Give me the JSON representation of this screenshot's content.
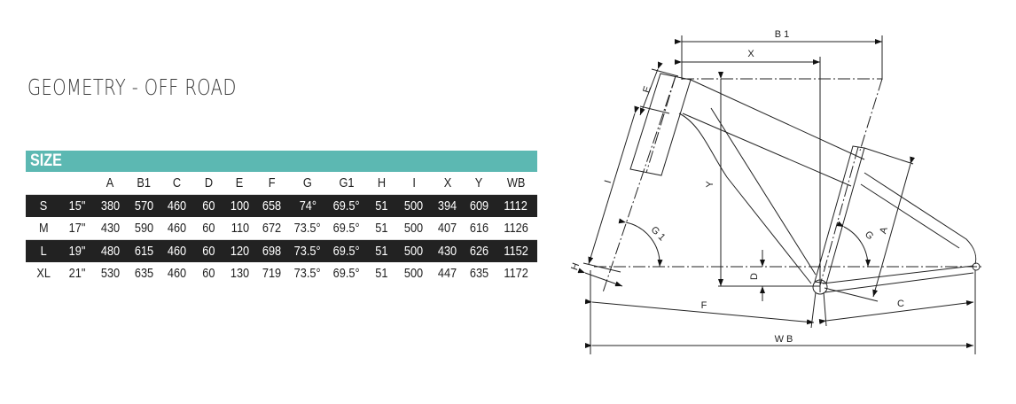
{
  "title": "GEOMETRY - OFF ROAD",
  "table": {
    "size_label": "SIZE",
    "columns": [
      "",
      "",
      "A",
      "B1",
      "C",
      "D",
      "E",
      "F",
      "G",
      "G1",
      "H",
      "I",
      "X",
      "Y",
      "WB"
    ],
    "rows": [
      [
        "S",
        "15\"",
        "380",
        "570",
        "460",
        "60",
        "100",
        "658",
        "74°",
        "69.5°",
        "51",
        "500",
        "394",
        "609",
        "1112"
      ],
      [
        "M",
        "17\"",
        "430",
        "590",
        "460",
        "60",
        "110",
        "672",
        "73.5°",
        "69.5°",
        "51",
        "500",
        "407",
        "616",
        "1126"
      ],
      [
        "L",
        "19\"",
        "480",
        "615",
        "460",
        "60",
        "120",
        "698",
        "73.5°",
        "69.5°",
        "51",
        "500",
        "430",
        "626",
        "1152"
      ],
      [
        "XL",
        "21\"",
        "530",
        "635",
        "460",
        "60",
        "130",
        "719",
        "73.5°",
        "69.5°",
        "51",
        "500",
        "447",
        "635",
        "1172"
      ]
    ],
    "colors": {
      "header_bar": "#5cb8b2",
      "dark_row": "#222222",
      "light_row": "#ffffff"
    }
  },
  "diagram": {
    "labels": {
      "B1": "B 1",
      "X": "X",
      "E": "E",
      "I": "I",
      "Y": "Y",
      "G1": "G 1",
      "G": "G",
      "A": "A",
      "D": "D",
      "H": "H",
      "F": "F",
      "C": "C",
      "WB": "W B"
    }
  }
}
